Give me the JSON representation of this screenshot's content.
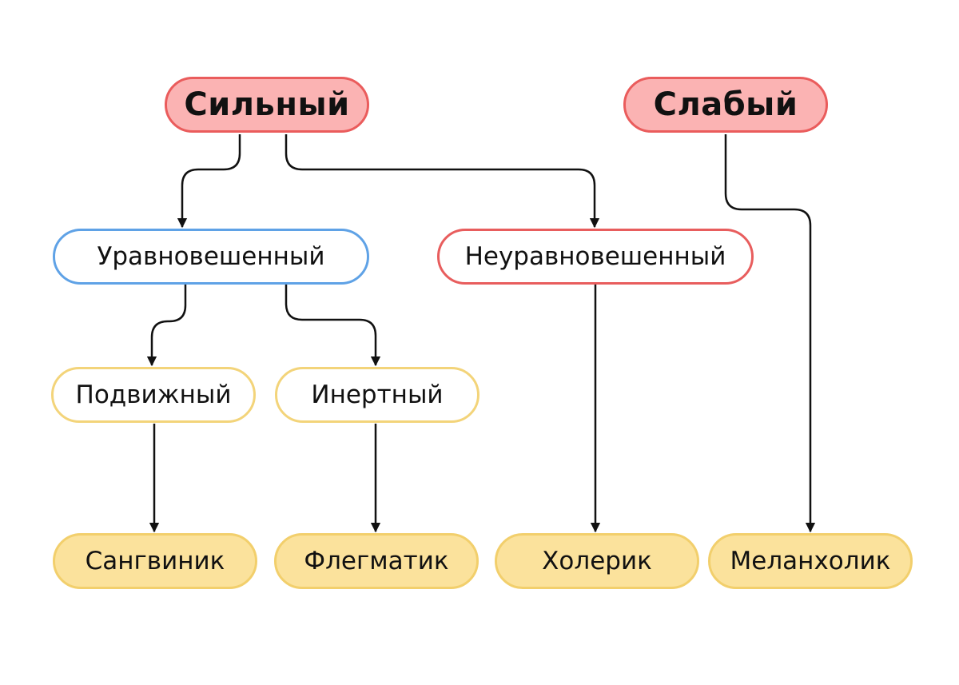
{
  "nodes": {
    "strong": "Сильный",
    "weak": "Слабый",
    "balanced": "Уравновешенный",
    "unbalanced": "Неуравновешенный",
    "mobile": "Подвижный",
    "inert": "Инертный",
    "sanguine": "Сангвиник",
    "phlegmatic": "Флегматик",
    "choleric": "Холерик",
    "melancholic": "Меланхолик"
  },
  "colors": {
    "top_fill": "#fbb3b3",
    "top_border": "#ea5c5c",
    "balanced_border": "#5fa2e6",
    "unbalanced_border": "#e85d5d",
    "mobility_border": "#f3d47a",
    "temperament_fill": "#fbe29c",
    "temperament_border": "#f2cf6c",
    "connector": "#111111"
  }
}
